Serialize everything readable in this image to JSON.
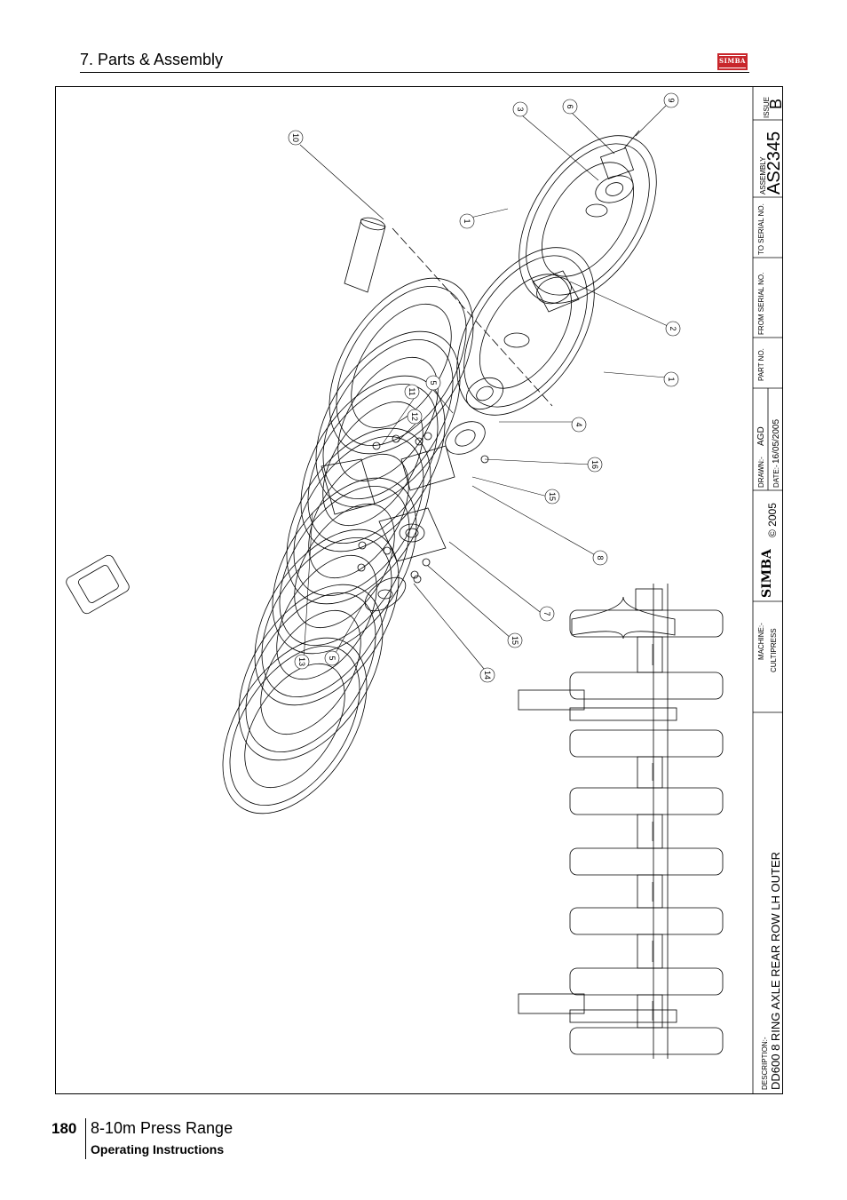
{
  "header": {
    "section_title": "7. Parts & Assembly",
    "logo_text": "SIMBA"
  },
  "title_block": {
    "issue_label": "ISSUE",
    "issue_value": "B",
    "assembly_label": "ASSEMBLY",
    "assembly_value": "AS2345",
    "to_serial_label": "TO SERIAL NO.",
    "from_serial_label": "FROM SERIAL NO.",
    "part_no_label": "PART NO.",
    "drawn_label": "DRAWN:-",
    "drawn_value": "AGD",
    "date_label": "DATE:-",
    "date_value": "16/05/2005",
    "copyright": "© 2005",
    "brand": "SIMBA",
    "machine_label": "MACHINE:-",
    "machine_value": "CULTIPRESS",
    "description_label": "DESCRIPTION:-",
    "description_value": "DD600 8 RING AXLE REAR ROW LH OUTER"
  },
  "callouts": [
    "3",
    "6",
    "9",
    "10",
    "1",
    "2",
    "1",
    "11",
    "5",
    "12",
    "4",
    "16",
    "15",
    "8",
    "7",
    "15",
    "14",
    "5",
    "13"
  ],
  "footer": {
    "page_number": "180",
    "range": "8-10m Press Range",
    "subtitle": "Operating Instructions"
  },
  "colors": {
    "logo_red": "#c8262b",
    "line": "#000000"
  }
}
